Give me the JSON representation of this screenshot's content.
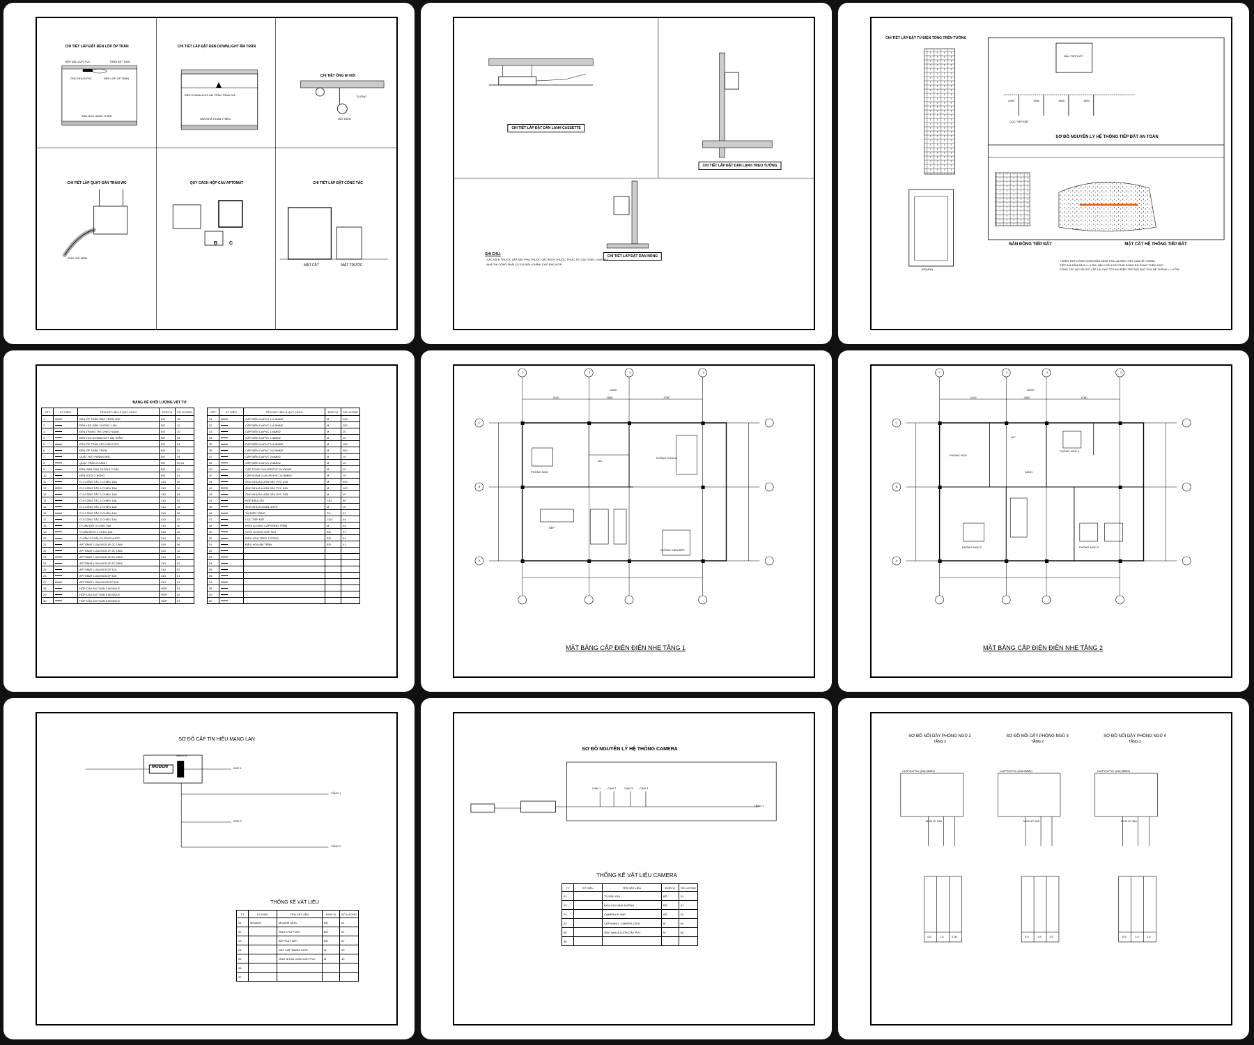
{
  "colors": {
    "background": "#111111",
    "sheet": "#ffffff",
    "ink": "#000000",
    "ground_rod": "#e8641e"
  },
  "sheet1": {
    "titles": [
      "CHI TIẾT LẮP ĐẶT ĐÈN LỐP ỐP TRẦN",
      "CHI TIẾT LẮP ĐẶT ĐÈN DOWNLIGHT ÂM TRẦN",
      "CHI TIẾT ỐNG ĐI NỔI",
      "CHI TIẾT LẮP QUẠT GẮN TRẦN WC",
      "QUY CÁCH HỘP CẦU APTOMAT",
      "CHI TIẾT LẮP ĐẶT CÔNG TẮC"
    ],
    "labels": {
      "hop_dau_day": "HỘP ĐẤU DÂY PVC",
      "tran_be_tong": "TRẦN BÊ TÔNG",
      "ong_nhua": "ỐNG NHỰA PVC",
      "den_lop": "ĐÈN LỐP ỐP TRẦN",
      "san_hoan_thien": "SÀN NHÀ HOÀN THIỆN",
      "tran_gia": "TRẦN GIẢ",
      "downlight": "ĐÈN DOWNLIGHT ÂM TRẦN",
      "tuong": "TƯỜNG",
      "day_dien": "DÂY ĐIỆN",
      "ong_gio": "ỐNG GIÓ MỀM",
      "mat_cat": "MẶT CẮT",
      "mat_truoc": "MẶT TRƯỚC",
      "b": "B",
      "c": "C"
    }
  },
  "sheet2": {
    "titles": [
      "CHI TIẾT LẮP ĐẶT DÀN LẠNH CASSETTE",
      "CHI TIẾT LẮP ĐẶT DÀN LẠNH TREO TƯỜNG",
      "CHI TIẾT LẮP ĐẶT DÀN NÓNG"
    ],
    "note_title": "GHI CHÚ:",
    "notes": [
      "- CÁC KÍCH THƯỚC LẮP ĐẶT PHỤ THUỘC VÀO KÍCH THƯỚC THỰC TẾ CỦA TỪNG LOẠI MÁY",
      "- NHÀ THI CÔNG PHẢI CÓ SỰ ĐIỀU CHỈNH CHO PHÙ HỢP"
    ]
  },
  "sheet3": {
    "title_left": "CHI TIẾT LẮP ĐẶT TỦ ĐIỆN TỔNG TRÊN TƯỜNG",
    "title_schema": "SƠ ĐỒ NGUYÊN LÝ HỆ THỐNG TIẾP ĐẤT AN TOÀN",
    "title_plan": "BẢN ĐỒNG TIẾP ĐẤT",
    "title_section": "MẶT CẮT HỆ THỐNG TIẾP ĐẤT",
    "dims": [
      "2000",
      "1500",
      "1500",
      "1500",
      "600(400)"
    ],
    "labels": {
      "box": "ĐẦU TIẾP ĐẤT",
      "coc": "CỌC TIẾP ĐẤT"
    },
    "notes": [
      "+ ĐIỆN TRỞ CÔNG XONG ĐẦU KIỂM TRA LẠI ĐIỆN TRỞ CỦA HỆ THỐNG",
      "TIẾP ĐỊA ĐẢM BẢO <= 4 ÔM, NẾU LỚN HƠN PHẢI ĐÓNG BỔ SUNG THÊM CỌC.",
      "CÔNG TÁC NÀY ĐƯỢC LẮP LẠI CHO TỚI KHI ĐIỆN TRỞ NỐI ĐẤT CỦA HỆ THỐNG <= 4 ÔM"
    ]
  },
  "sheet4": {
    "title": "BẢNG KÊ KHỐI LƯỢNG VẬT TƯ",
    "headers": [
      "STT",
      "KÝ HIỆU",
      "TÊN VẬT LIỆU & QUY CÁCH",
      "ĐƠN VỊ",
      "SỐ LƯỢNG"
    ],
    "left_rows": [
      [
        "1",
        "ĐÈN ỐP TRẦN ỐNG TRÒN LED",
        "BỘ",
        "15"
      ],
      [
        "2",
        "ĐÈN LED GẮN TƯỜNG 1,2M",
        "BỘ",
        "12"
      ],
      [
        "3",
        "ĐÈN TRANG TRÍ CHIẾU SÁNG",
        "BỘ",
        "10"
      ],
      [
        "4",
        "ĐÈN LED DOWNLIGHT ÂM TRẦN",
        "BỘ",
        "23"
      ],
      [
        "5",
        "ĐÈN ỐP TRẦN LED CẢM ỨNG",
        "BỘ",
        "04"
      ],
      [
        "6",
        "ĐÈN ỐP TRẦN TRÒN",
        "BỘ",
        "02"
      ],
      [
        "7",
        "QUẠT HÚT PANASONIC",
        "BỘ",
        "04"
      ],
      [
        "8",
        "QUẠT TRẦN 5 CÁNH",
        "BỘ",
        "02-01"
      ],
      [
        "9",
        "ĐÈN GẮN GẦN TƯỜNG 2 ĐẦU",
        "BỘ",
        "02"
      ],
      [
        "10",
        "ĐÈN SƯỞI 2 BÓNG",
        "BỘ",
        "01"
      ],
      [
        "11",
        "Ổ 1 CÔNG TẮC 1 CHIỀU 16A",
        "CÁI",
        "02"
      ],
      [
        "12",
        "Ổ 2 CÔNG TẮC 1 CHIỀU 16A",
        "CÁI",
        "10"
      ],
      [
        "13",
        "Ổ 3 CÔNG TẮC 1 CHIỀU 16A",
        "CÁI",
        "04"
      ],
      [
        "14",
        "Ổ 4 CÔNG TẮC 1 CHIỀU 16A",
        "CÁI",
        "02"
      ],
      [
        "15",
        "Ổ 1 CÔNG TẮC 2 CHIỀU 16A",
        "CÁI",
        "13"
      ],
      [
        "16",
        "Ổ 2 CÔNG TẮC 2 CHIỀU 16A",
        "CÁI",
        "04"
      ],
      [
        "17",
        "Ổ 3 CÔNG TẮC 2 CHIỀU 16A",
        "CÁI",
        "02"
      ],
      [
        "18",
        "Ổ CẮM ĐÔI 3 CHẤU 16A",
        "CÁI",
        "40"
      ],
      [
        "19",
        "Ổ CẮM ĐƠN 3 CHẤU 16A",
        "CÁI",
        "28"
      ],
      [
        "20",
        "Ổ CẮM 3 CHẤU CHỐNG NƯỚC",
        "CÁI",
        "02"
      ],
      [
        "21",
        "APTOMAT LOẠI MCB 1P-2C 10kA",
        "CÁI",
        "06"
      ],
      [
        "22",
        "APTOMAT LOẠI MCB 1P-2C 16kA",
        "CÁI",
        "12"
      ],
      [
        "23",
        "APTOMAT LOẠI MCB 1P-2C 20kA",
        "CÁI",
        "03"
      ],
      [
        "24",
        "APTOMAT LOẠI MCB 1P-2C 25kA",
        "CÁI",
        "02"
      ],
      [
        "25",
        "APTOMAT LOẠI MCB 2P 32A",
        "CÁI",
        "02"
      ],
      [
        "26",
        "APTOMAT LOẠI MCB 2P 40A",
        "CÁI",
        "01"
      ],
      [
        "27",
        "APTOMAT LOẠI MCCB 2P 63A",
        "CÁI",
        "01"
      ],
      [
        "28",
        "HỘP CẦU AN TOÀN 4 MODULE",
        "HỘP",
        "01"
      ],
      [
        "29",
        "HỘP CẦU AN TOÀN 6 MODULE",
        "HỘP",
        "02"
      ],
      [
        "30",
        "HỘP CẦU AN TOÀN 8 MODULE",
        "HỘP",
        "01"
      ]
    ],
    "right_rows": [
      [
        "31",
        "CÁP ĐIỆN Cu/PVC 1x1.5MM2",
        "M",
        "200"
      ],
      [
        "32",
        "CÁP ĐIỆN Cu/PVC 1x2.5MM2",
        "M",
        "250"
      ],
      [
        "33",
        "CÁP ĐIỆN Cu/PVC 1x4MM2",
        "M",
        "10"
      ],
      [
        "34",
        "CÁP ĐIỆN Cu/PVC 1x6MM2",
        "M",
        "10"
      ],
      [
        "35",
        "CÁP ĐIỆN Cu/PVC 2x1.5MM2",
        "M",
        "160"
      ],
      [
        "36",
        "CÁP ĐIỆN Cu/PVC 2x2.5MM2",
        "M",
        "300"
      ],
      [
        "37",
        "CÁP ĐIỆN Cu/PVC 2x4MM2",
        "M",
        "10"
      ],
      [
        "38",
        "CÁP ĐIỆN Cu/PVC 2x6MM2",
        "M",
        "10"
      ],
      [
        "39",
        "CÁP TỔNG Cu/XLPE/PVC 2x10MM2",
        "M",
        "10"
      ],
      [
        "40",
        "CÁP NGẦM Cu/XLPE/PVC 2x25MM2",
        "M",
        "10"
      ],
      [
        "41",
        "ỐNG NHỰA LUỒN DÂY PVC D16",
        "M",
        "300"
      ],
      [
        "42",
        "ỐNG NHỰA LUỒN DÂY PVC D20",
        "M",
        "100"
      ],
      [
        "43",
        "ỐNG NHỰA LUỒN DÂY PVC D25",
        "M",
        "10"
      ],
      [
        "44",
        "HỘP ĐẤU DÂY",
        "CÁI",
        "50"
      ],
      [
        "45",
        "ỐNG NHỰA XOẮN HDPE",
        "M",
        "10"
      ],
      [
        "46",
        "TỦ ĐIỆN TỔNG",
        "TỦ",
        "01"
      ],
      [
        "47",
        "CỌC TIẾP ĐẤT",
        "CỌC",
        "04"
      ],
      [
        "48",
        "KHỐI LƯỢNG CÁP ĐỒNG TRẦN",
        "M",
        "04"
      ],
      [
        "49",
        "KHỐI LƯỢNG HỘP NỐI",
        "BỘ",
        "01"
      ],
      [
        "50",
        "ĐIỀU HÒA TREO TƯỜNG",
        "BỘ",
        "04"
      ],
      [
        "51",
        "ĐIỀU HÒA ÂM TRẦN",
        "BỘ",
        "01"
      ],
      [
        "52",
        "",
        "",
        ""
      ],
      [
        "53",
        "",
        "",
        ""
      ],
      [
        "54",
        "",
        "",
        ""
      ],
      [
        "55",
        "",
        "",
        ""
      ],
      [
        "56",
        "",
        "",
        ""
      ],
      [
        "57",
        "",
        "",
        ""
      ],
      [
        "58",
        "",
        "",
        ""
      ],
      [
        "59",
        "",
        "",
        ""
      ],
      [
        "60",
        "",
        "",
        ""
      ]
    ]
  },
  "sheet5": {
    "title": "MẶT BẰNG CẤP ĐIỆN ĐIỆN NHẸ TẦNG 1",
    "grid_cols": [
      "1",
      "2",
      "3",
      "4"
    ],
    "grid_rows": [
      "C",
      "B",
      "A"
    ],
    "dims_top": [
      "4140",
      "2500",
      "4760",
      "13190"
    ],
    "rooms": [
      "PHÒNG NGỦ",
      "WC",
      "PHÒNG KHÁCH",
      "BẾP",
      "KHÔNG GIAN BẾP"
    ]
  },
  "sheet6": {
    "title": "MẶT BẰNG CẤP ĐIỆN ĐIỆN NHẸ TẦNG 2",
    "grid_cols": [
      "1",
      "2",
      "3",
      "4"
    ],
    "grid_rows": [
      "C",
      "B",
      "A"
    ],
    "dims_top": [
      "4140",
      "2500",
      "4760",
      "13190"
    ],
    "rooms": [
      "PHÒNG NGỦ",
      "WC",
      "SẢNH",
      "PHÒNG NGỦ 2",
      "PHÒNG NGỦ 3",
      "PHÒNG NGỦ 4"
    ]
  },
  "sheet7": {
    "title": "SƠ ĐỒ CẤP TÍN HIỆU MẠNG LAN",
    "modem": "MODEM",
    "switch": "SWITCH",
    "floors": [
      "TẦNG 1",
      "TẦNG 2"
    ],
    "wifi": [
      "WIFI 1",
      "WIFI 2"
    ],
    "table_title": "THỐNG KÊ VẬT LIỆU",
    "table_headers": [
      "TT",
      "KÝ HIỆU",
      "TÊN VẬT LIỆU",
      "ĐƠN VỊ",
      "SỐ LƯỢNG"
    ],
    "table_rows": [
      [
        "01",
        "MODEM",
        "MODEM ADSL",
        "BỘ",
        "01"
      ],
      [
        "02",
        "",
        "SWITCH 8 PORT",
        "BỘ",
        "01"
      ],
      [
        "03",
        "",
        "BỘ PHÁT WIFI",
        "BỘ",
        "02"
      ],
      [
        "04",
        "",
        "DÂY CÁP MẠNG CAT6",
        "M",
        "50"
      ],
      [
        "05",
        "",
        "ỐNG NHỰA LUỒN DÂY PVC",
        "M",
        "40"
      ],
      [
        "06",
        "",
        "",
        "",
        ""
      ],
      [
        "07",
        "",
        "",
        "",
        ""
      ]
    ]
  },
  "sheet8": {
    "title": "SƠ ĐỒ NGUYÊN LÝ HỆ THỐNG CAMERA",
    "cams": [
      "CAM 1",
      "CAM 2",
      "CAM 3",
      "CAM 4"
    ],
    "floor": "TẦNG 1",
    "table_title": "THỐNG KÊ VẬT LIỆU CAMERA",
    "table_headers": [
      "TT",
      "KÝ HIỆU",
      "TÊN VẬT LIỆU",
      "ĐƠN VỊ",
      "SỐ LƯỢNG"
    ],
    "table_rows": [
      [
        "01",
        "",
        "TỦ ĐẦU GHI",
        "BỘ",
        "01"
      ],
      [
        "02",
        "",
        "ĐẦU GHI HÌNH 8 KÊNH",
        "BỘ",
        "01"
      ],
      [
        "03",
        "",
        "CAMERA IP 2MP",
        "BỘ",
        "04"
      ],
      [
        "04",
        "",
        "CÁP MẠNG, CAMERA CAT6",
        "M",
        "60"
      ],
      [
        "05",
        "",
        "ỐNG NHỰA LUỒN DÂY PVC",
        "M",
        "60"
      ],
      [
        "06",
        "",
        "",
        "",
        ""
      ]
    ]
  },
  "sheet9": {
    "schemes": [
      {
        "title": "SƠ ĐỒ NỐI DÂY PHÒNG NGỦ 2",
        "floor": "TẦNG 2",
        "values": [
          "0.5",
          "1.5",
          "0.36"
        ]
      },
      {
        "title": "SƠ ĐỒ NỐI DÂY PHÒNG NGỦ 3",
        "floor": "TẦNG 2",
        "values": [
          "0.5",
          "1.5",
          "1.5"
        ]
      },
      {
        "title": "SƠ ĐỒ NỐI DÂY PHÒNG NGỦ 4",
        "floor": "TẦNG 2",
        "values": [
          "0.5",
          "1.5",
          "1.5"
        ]
      }
    ],
    "feed": "CU/PVC/PVC (2x6,0MM2)",
    "mcb_labels": [
      "MCB 1P 16A",
      "MCB 1P 10A",
      "MCB 1P 16A"
    ]
  }
}
